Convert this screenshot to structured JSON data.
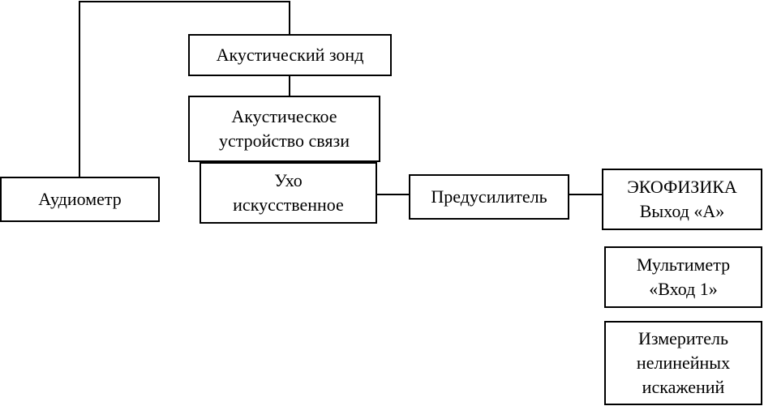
{
  "blocks": {
    "probe": "Акустический зонд",
    "coupler": "Акустическое\nустройство связи",
    "audiometer": "Аудиометр",
    "ear": "Ухо\nискусственное",
    "preamp": "Предусилитель",
    "ecophysics": "ЭКОФИЗИКА\nВыход «А»",
    "multimeter": "Мультиметр\n«Вход 1»",
    "distortion_meter": "Измеритель\nнелинейных\nискажений"
  }
}
